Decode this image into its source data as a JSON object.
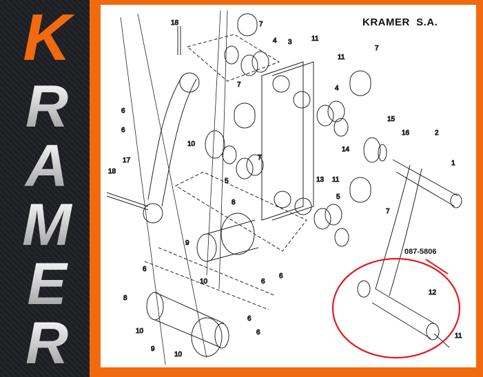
{
  "logo": {
    "letters": [
      "K",
      "R",
      "A",
      "M",
      "E",
      "R"
    ],
    "accent_color": "#f26a10"
  },
  "header": {
    "brand": "KRAMER  S.A."
  },
  "highlight": {
    "part_number": "087-5806",
    "circle_color": "#e0191f"
  },
  "callouts": [
    "18",
    "7",
    "4",
    "3",
    "11",
    "11",
    "7",
    "7",
    "4",
    "6",
    "6",
    "15",
    "16",
    "2",
    "10",
    "14",
    "17",
    "7",
    "18",
    "5",
    "13",
    "11",
    "1",
    "5",
    "8",
    "7",
    "9",
    "6",
    "10",
    "6",
    "6",
    "8",
    "12",
    "10",
    "9",
    "6",
    "6",
    "10",
    "11"
  ]
}
